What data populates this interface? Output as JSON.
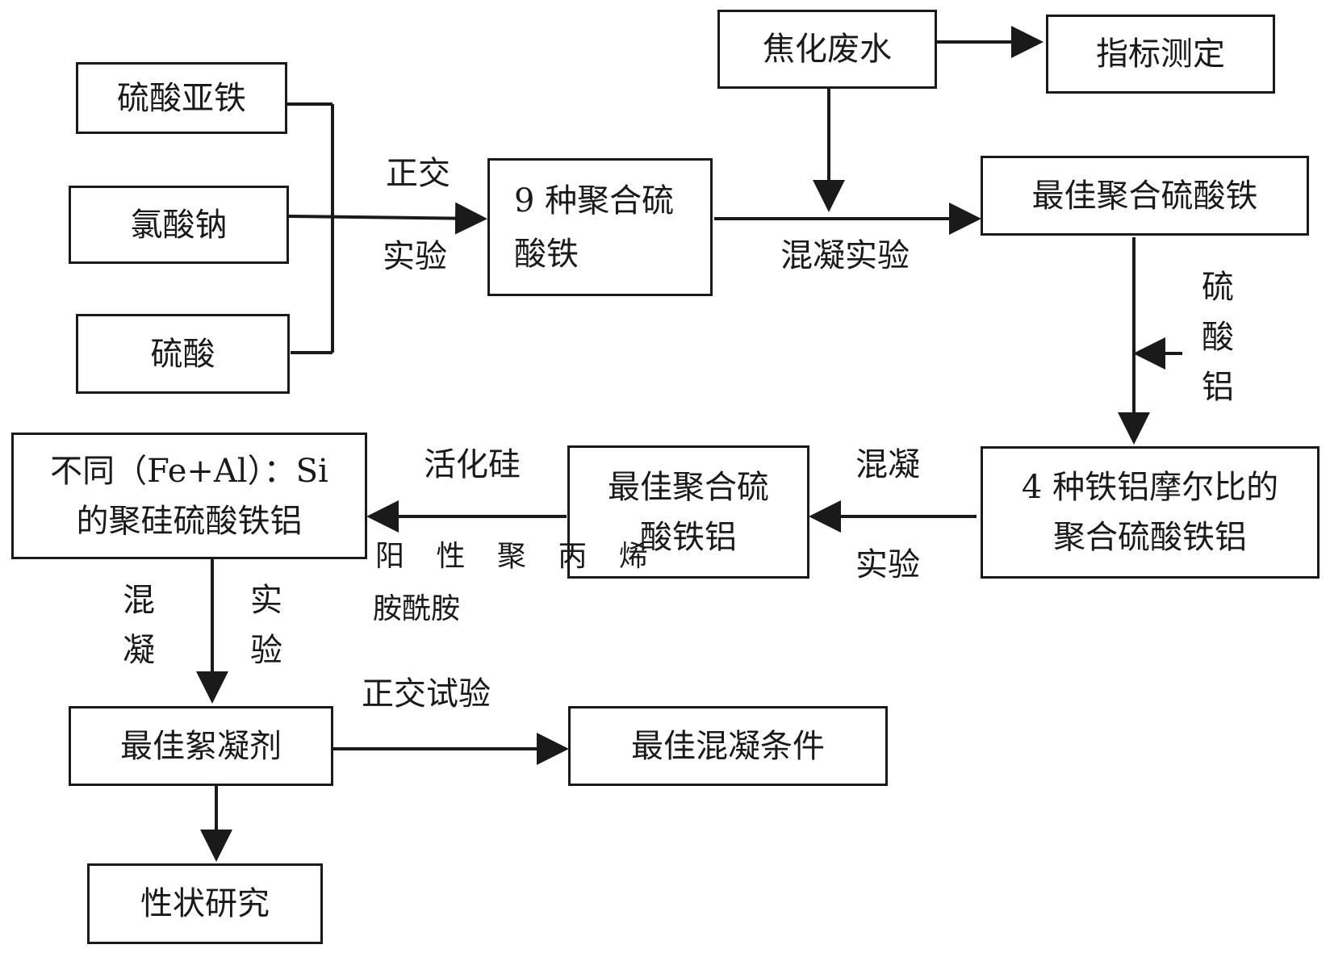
{
  "nodes": {
    "ferrous_sulfate": "硫酸亚铁",
    "sodium_chlorate": "氯酸钠",
    "sulfuric_acid": "硫酸",
    "pfs_9": "9 种聚合硫\n酸铁",
    "coking_wastewater": "焦化废水",
    "index_measure": "指标测定",
    "best_pfs": "最佳聚合硫酸铁",
    "pafs_4": "4 种铁铝摩尔比的\n聚合硫酸铁铝",
    "best_pafs": "最佳聚合硫\n酸铁铝",
    "psafs": "不同（Fe+Al）：Si\n的聚硅硫酸铁铝",
    "best_flocculant": "最佳絮凝剂",
    "best_condition": "最佳混凝条件",
    "property_study": "性状研究"
  },
  "labels": {
    "orthogonal_1": "正交",
    "experiment_1": "实验",
    "coag_exp_1": "混凝实验",
    "aluminum_sulfate": "硫\n酸\n铝",
    "coag_2": "混凝",
    "experiment_2": "实验",
    "activated_silica": "活化硅",
    "cpam_1": "阳 性 聚 丙 烯",
    "cpam_2": "胺酰胺",
    "coag_vert": "混\n凝",
    "exp_vert": "实\n验",
    "orthogonal_test": "正交试验"
  }
}
